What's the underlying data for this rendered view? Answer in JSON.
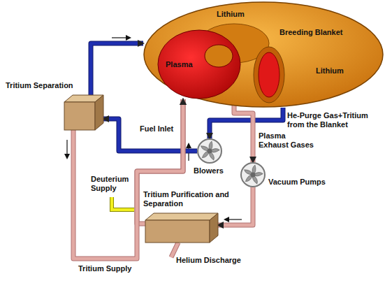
{
  "diagram": {
    "nodes": [
      {
        "text": [
          "Lithium",
          "Breeding Blanket",
          "Lithium"
        ]
      },
      {
        "text": [
          "Plasma"
        ],
        "in": 0
      },
      {
        "text": [
          "Tritium Separation"
        ]
      },
      {
        "text": [
          "Tritium Purification and Separation"
        ]
      },
      {
        "text": [
          "Blowers"
        ]
      },
      {
        "text": [
          "Vacuum Pumps"
        ]
      }
    ],
    "edges": [
      {
        "from": 2,
        "to": 0,
        "arrow": "to"
      },
      {
        "from": 0,
        "to": 4,
        "label": "He-Purge Gas+Tritium from the Blanket",
        "arrow": "to"
      },
      {
        "from": 4,
        "to": 2,
        "arrow": "to"
      },
      {
        "from": 1,
        "to": 5,
        "label": "Plasma Exhaust Gases",
        "arrow": "to"
      },
      {
        "from": 5,
        "to": 3,
        "arrow": "to"
      },
      {
        "from": 3,
        "to": 1,
        "label": "Fuel Inlet",
        "arrow": "to"
      },
      {
        "from": 2,
        "to": 1,
        "arrow": "to"
      }
    ],
    "labels": [
      "Deuterium Supply",
      "Tritium Supply",
      "Helium Discharge"
    ]
  }
}
